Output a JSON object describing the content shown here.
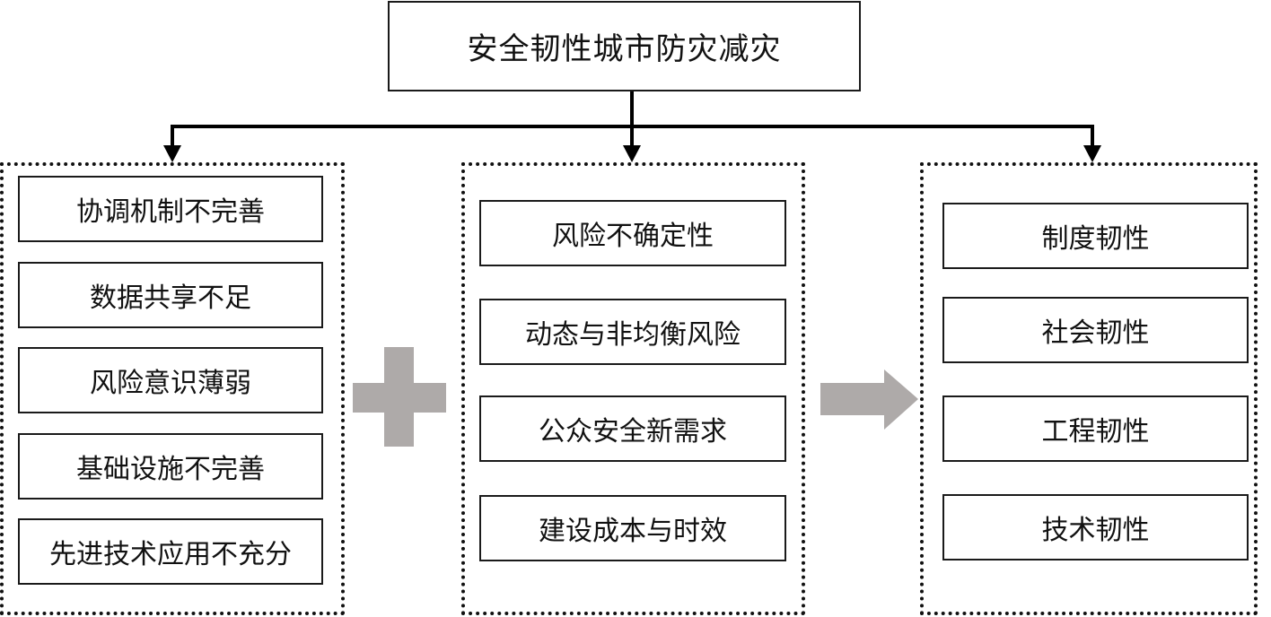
{
  "diagram": {
    "root": {
      "label": "安全韧性城市防灾减灾"
    },
    "groups": [
      {
        "id": "challenges",
        "items": [
          "协调机制不完善",
          "数据共享不足",
          "风险意识薄弱",
          "基础设施不完善",
          "先进技术应用不充分"
        ]
      },
      {
        "id": "drivers",
        "items": [
          "风险不确定性",
          "动态与非均衡风险",
          "公众安全新需求",
          "建设成本与时效"
        ]
      },
      {
        "id": "resilience",
        "items": [
          "制度韧性",
          "社会韧性",
          "工程韧性",
          "技术韧性"
        ]
      }
    ],
    "operators": {
      "between_1_2": "plus-icon",
      "between_2_3": "arrow-right-icon"
    },
    "colors": {
      "line": "#000000",
      "operator_fill": "#aeaaa9",
      "box_border": "#1a1a1a"
    }
  }
}
